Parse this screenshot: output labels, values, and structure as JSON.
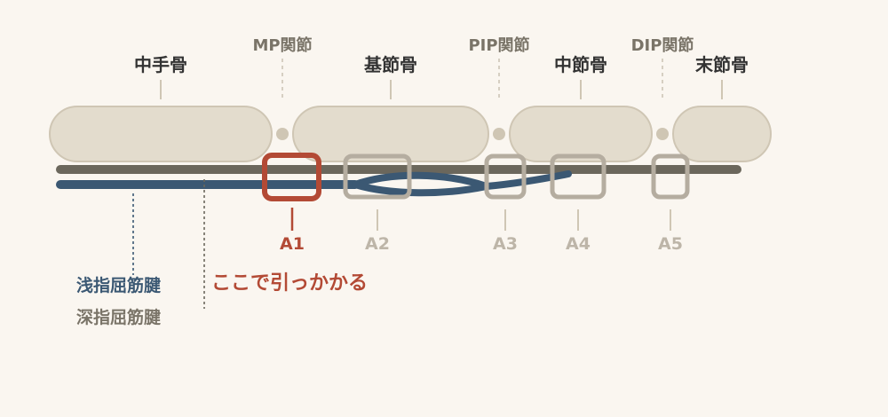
{
  "bones": {
    "metacarpal": "中手骨",
    "proximal_phalanx": "基節骨",
    "middle_phalanx": "中節骨",
    "distal_phalanx": "末節骨"
  },
  "joints": {
    "mp": "MP関節",
    "pip": "PIP関節",
    "dip": "DIP関節"
  },
  "pulleys": {
    "a1": "A1",
    "a2": "A2",
    "a3": "A3",
    "a4": "A4",
    "a5": "A5"
  },
  "tendons": {
    "superficial": "浅指屈筋腱",
    "deep": "深指屈筋腱"
  },
  "callout": "ここで引っかかる",
  "colors": {
    "background": "#faf6f0",
    "bone_fill": "#e3dccd",
    "bone_stroke": "#cfc6b4",
    "deep_tendon": "#6b675c",
    "superficial_tendon": "#3b5873",
    "pulley": "#b5ada0",
    "highlight": "#b34a35",
    "label_dark": "#333333",
    "label_grey": "#7a7468"
  }
}
